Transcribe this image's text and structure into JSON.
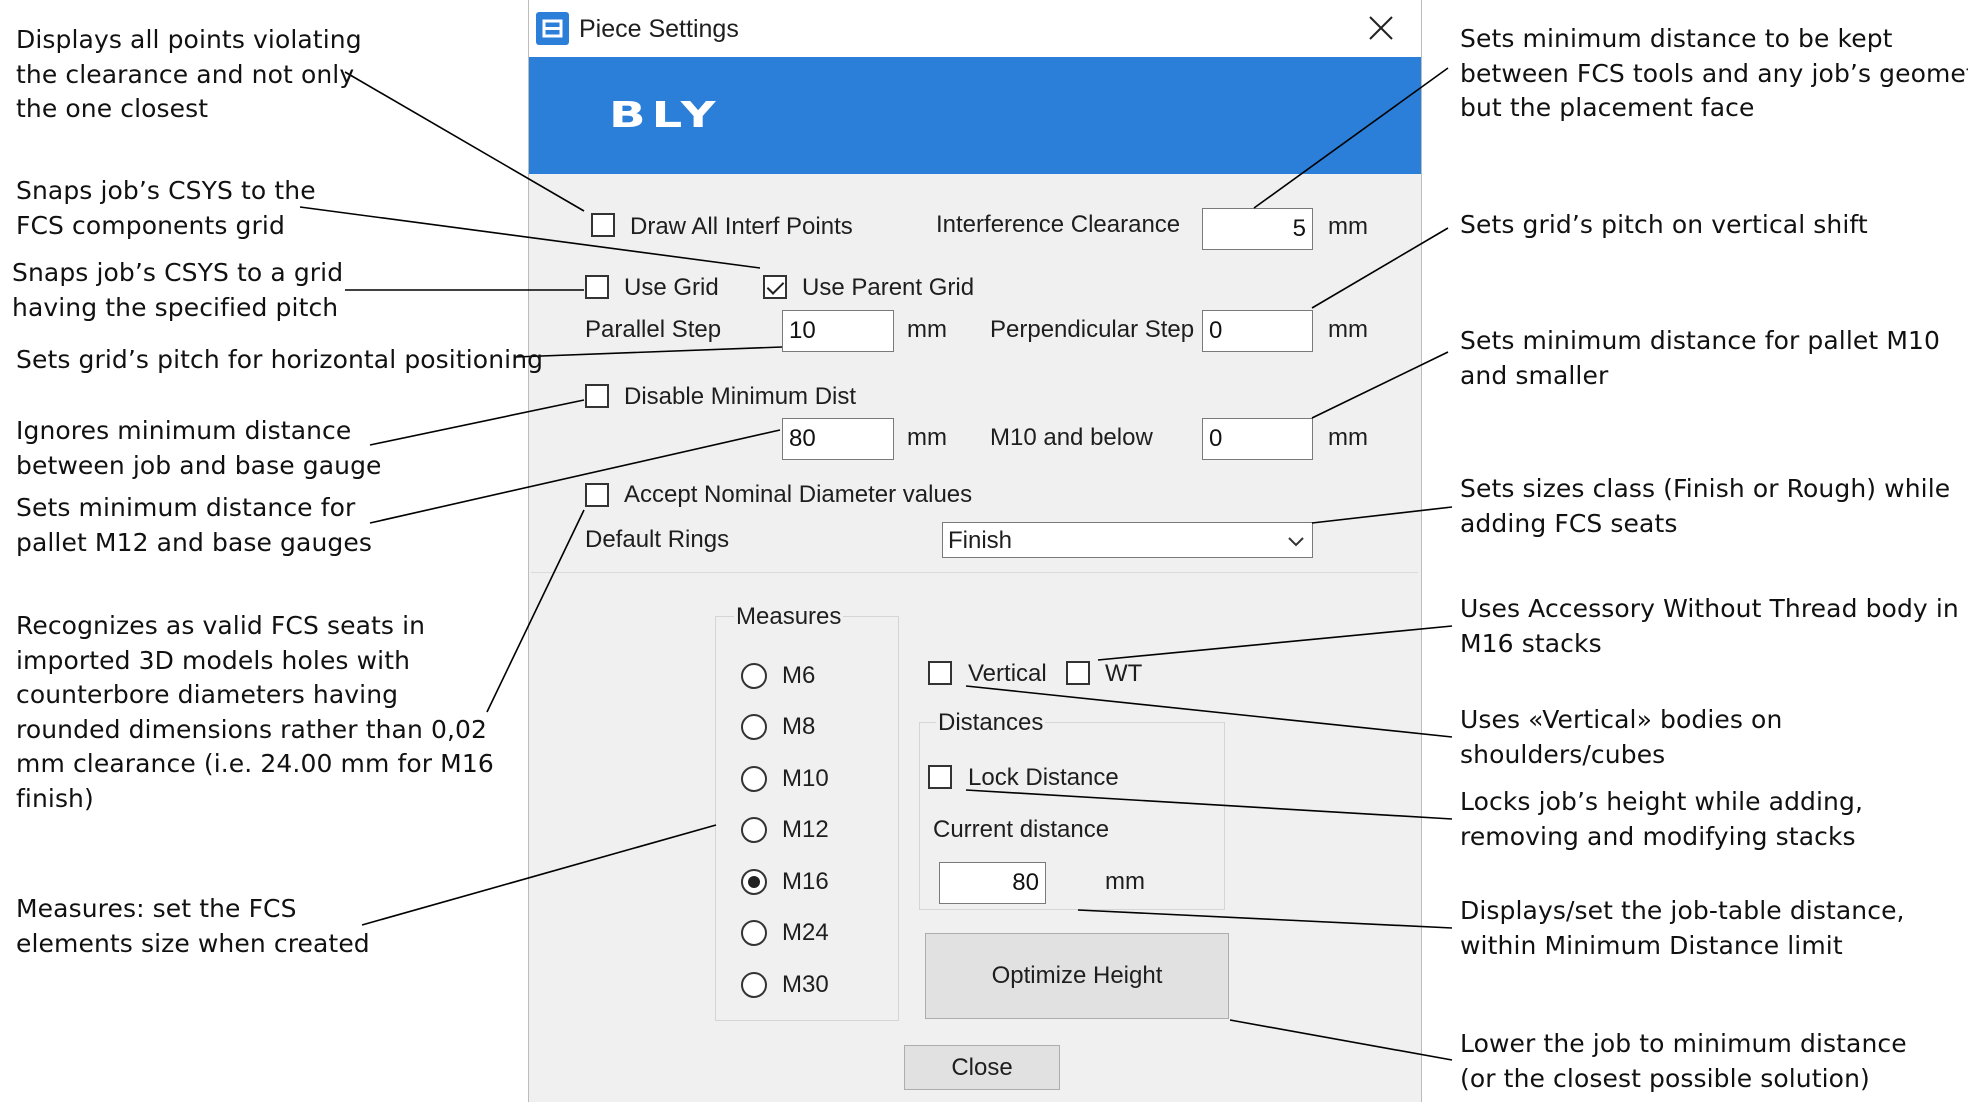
{
  "dialog": {
    "title": "Piece Settings",
    "app_icon": "app-icon",
    "close_icon": "close-icon",
    "banner_logo_text": "BLY",
    "banner_color": "#2b7fd9",
    "draw_all_interf_points": {
      "label": "Draw All Interf Points",
      "checked": false
    },
    "interference_clearance": {
      "label": "Interference Clearance",
      "value": "5",
      "unit": "mm"
    },
    "use_grid": {
      "label": "Use Grid",
      "checked": false
    },
    "use_parent_grid": {
      "label": "Use Parent Grid",
      "checked": true
    },
    "parallel_step": {
      "label": "Parallel Step",
      "value": "10",
      "unit": "mm"
    },
    "perpendicular_step": {
      "label": "Perpendicular Step",
      "value": "0",
      "unit": "mm"
    },
    "disable_minimum_dist": {
      "label": "Disable Minimum Dist",
      "checked": false
    },
    "min_dist": {
      "value": "80",
      "unit": "mm"
    },
    "m10_and_below": {
      "label": "M10 and below",
      "value": "0",
      "unit": "mm"
    },
    "accept_nominal_diameter": {
      "label": "Accept Nominal Diameter values",
      "checked": false
    },
    "default_rings": {
      "label": "Default Rings",
      "selected": "Finish",
      "chevron_icon": "chevron-down-icon"
    },
    "measures": {
      "title": "Measures",
      "options": [
        "M6",
        "M8",
        "M10",
        "M12",
        "M16",
        "M24",
        "M30"
      ],
      "selected": "M16"
    },
    "vertical": {
      "label": "Vertical",
      "checked": false
    },
    "wt": {
      "label": "WT",
      "checked": false
    },
    "distances": {
      "title": "Distances",
      "lock_distance": {
        "label": "Lock Distance",
        "checked": false
      },
      "current_distance": {
        "label": "Current distance",
        "value": "80",
        "unit": "mm"
      }
    },
    "optimize_height_label": "Optimize Height",
    "close_label": "Close"
  },
  "annotations": {
    "left": [
      "Displays all points violating\nthe clearance and not only\nthe one closest",
      "Snaps job’s CSYS to the\nFCS components grid",
      "Snaps job’s CSYS to a grid\nhaving the specified pitch",
      "Sets grid’s pitch for horizontal positioning",
      "Ignores minimum distance\nbetween job and base gauge",
      "Sets minimum distance for\npallet M12 and base gauges",
      "Recognizes as valid FCS seats in\nimported 3D models holes with\ncounterbore diameters having\nrounded dimensions rather than 0,02\nmm clearance (i.e. 24.00 mm for M16\nfinish)",
      "Measures: set the FCS\nelements size when created"
    ],
    "right": [
      "Sets minimum distance to be kept\nbetween FCS tools and any job’s geometry\nbut the placement face",
      "Sets grid’s pitch on vertical shift",
      "Sets minimum distance for pallet M10\nand smaller",
      "Sets sizes class (Finish or Rough) while\nadding FCS seats",
      "Uses Accessory Without Thread body in\nM16 stacks",
      "Uses «Vertical» bodies on\nshoulders/cubes",
      "Locks job’s height while adding,\nremoving and modifying stacks",
      "Displays/set the job-table distance,\nwithin Minimum Distance limit",
      "Lower the job to minimum distance\n(or the closest possible solution)"
    ]
  }
}
